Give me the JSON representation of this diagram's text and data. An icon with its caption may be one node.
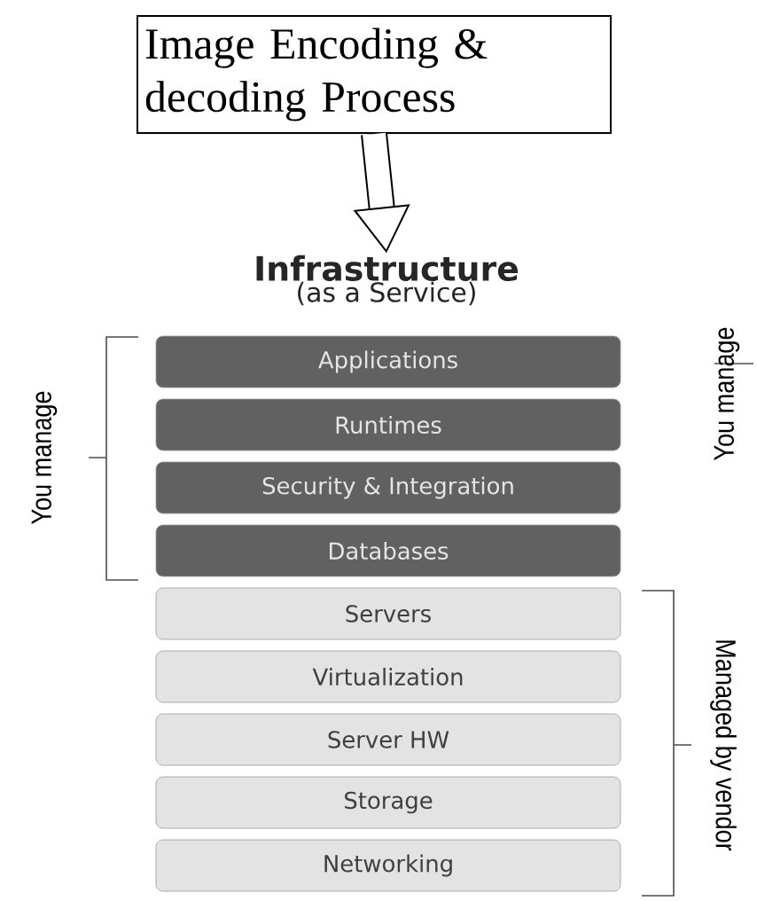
{
  "diagram": {
    "nodes": [
      {
        "text": [
          "Image Encoding & decoding Process"
        ]
      },
      {
        "text": [
          "Infrastructure",
          "(as a Service)"
        ]
      },
      {
        "text": [
          "Applications"
        ]
      },
      {
        "text": [
          "Runtimes"
        ]
      },
      {
        "text": [
          "Security & Integration"
        ]
      },
      {
        "text": [
          "Databases"
        ]
      },
      {
        "text": [
          "Servers"
        ]
      },
      {
        "text": [
          "Virtualization"
        ]
      },
      {
        "text": [
          "Server HW"
        ]
      },
      {
        "text": [
          "Storage"
        ]
      },
      {
        "text": [
          "Networking"
        ]
      }
    ],
    "edges": [
      {
        "from": 0,
        "to": 1,
        "arrow": "to"
      }
    ],
    "labels": [
      "You manage",
      "You manage",
      "Managed by vendor"
    ]
  }
}
